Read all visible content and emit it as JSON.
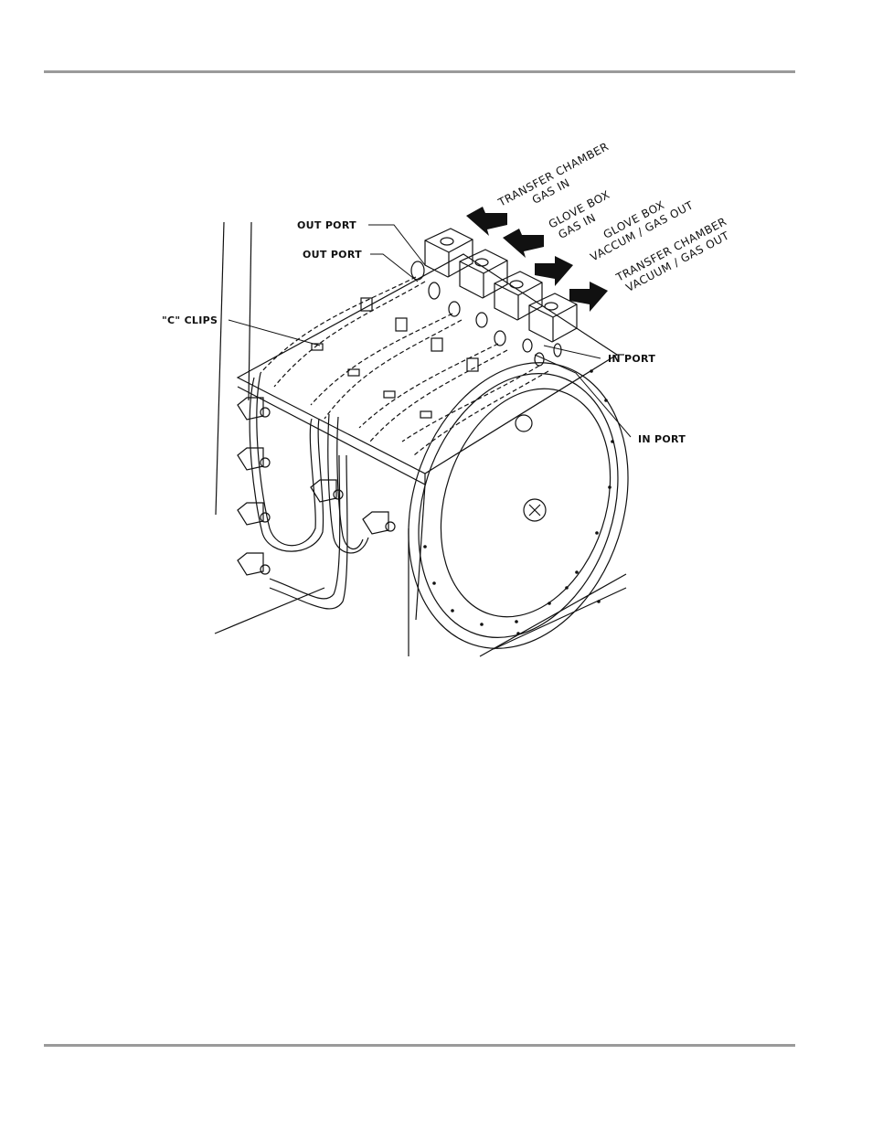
{
  "page": {
    "header_rule": "",
    "footer_rule": ""
  },
  "diagram": {
    "labels": {
      "out_port_1": "OUT PORT",
      "out_port_2": "OUT PORT",
      "c_clips": "\"C\" CLIPS",
      "in_port_1": "IN PORT",
      "in_port_2": "IN PORT"
    },
    "valves": [
      {
        "line1": "TRANSFER CHAMBER",
        "line2": "GAS IN",
        "arrow": "into-valve"
      },
      {
        "line1": "GLOVE BOX",
        "line2": "GAS IN",
        "arrow": "into-valve"
      },
      {
        "line1": "GLOVE BOX",
        "line2": "VACCUM / GAS OUT",
        "arrow": "out-of-valve"
      },
      {
        "line1": "TRANSFER CHAMBER",
        "line2": "VACUUM / GAS OUT",
        "arrow": "out-of-valve"
      }
    ],
    "colors": {
      "ink": "#111111",
      "rule": "#9a9a9a"
    }
  }
}
